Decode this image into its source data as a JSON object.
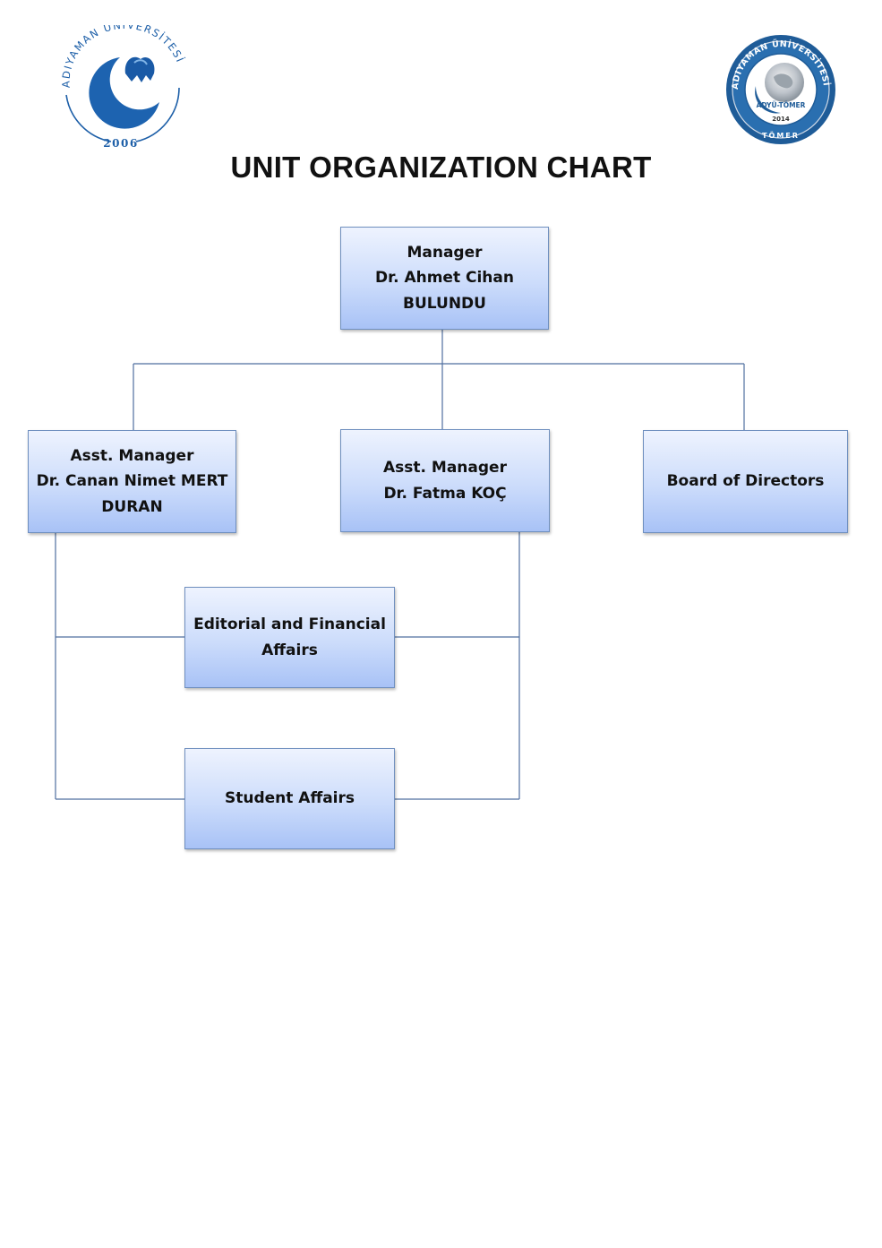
{
  "header": {
    "title": "UNIT ORGANIZATION CHART",
    "logo_left": {
      "ring_text": "ADIYAMAN ÜNİVERSİTESİ",
      "year": "2006",
      "color": "#1d5fa8"
    },
    "logo_right": {
      "ring_text": "ADIYAMAN ÜNİVERSİTESİ",
      "center_text": "ADYÜ-TÖMER",
      "year": "2014",
      "bottom_text": "TÖMER",
      "color": "#1f5c98"
    }
  },
  "org_chart": {
    "manager": {
      "role": "Manager",
      "name_line1": "Dr. Ahmet Cihan",
      "name_line2": "BULUNDU"
    },
    "asst_manager_1": {
      "role": "Asst. Manager",
      "name_line1": "Dr. Canan Nimet MERT",
      "name_line2": "DURAN"
    },
    "asst_manager_2": {
      "role": "Asst. Manager",
      "name_line1": "Dr. Fatma KOÇ"
    },
    "board": {
      "label": "Board of Directors"
    },
    "editorial": {
      "line1": "Editorial and Financial",
      "line2": "Affairs"
    },
    "student": {
      "label": "Student Affairs"
    }
  },
  "colors": {
    "box_top": "#eef3fe",
    "box_bottom": "#a8c2f6",
    "box_border": "#6f8fbf",
    "connector": "#4f6f9f"
  }
}
